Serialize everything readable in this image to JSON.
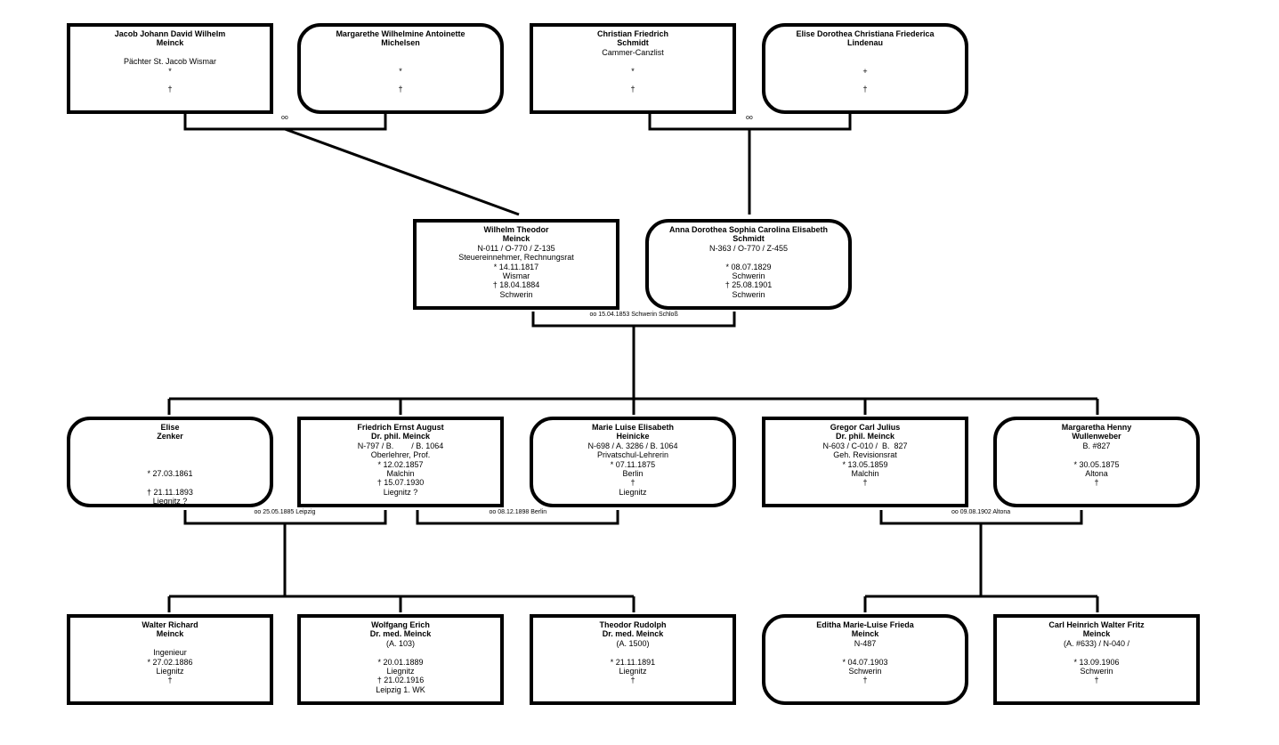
{
  "persons": [
    {
      "id": "p1",
      "sex": "m",
      "lines": [
        "Jacob Johann David Wilhelm",
        "Meinck"
      ],
      "details": [
        "",
        "Pächter St. Jacob Wismar",
        "*",
        "",
        "†"
      ]
    },
    {
      "id": "p2",
      "sex": "f",
      "lines": [
        "Margarethe Wilhelmine Antoinette",
        "Michelsen"
      ],
      "details": [
        "",
        "",
        "*",
        "",
        "†"
      ]
    },
    {
      "id": "p3",
      "sex": "m",
      "lines": [
        "Christian Friedrich",
        "Schmidt"
      ],
      "details": [
        "Cammer-Canzlist",
        "",
        "*",
        "",
        "†"
      ]
    },
    {
      "id": "p4",
      "sex": "f",
      "lines": [
        "Elise Dorothea Christiana Friederica",
        "Lindenau"
      ],
      "details": [
        "",
        "",
        "+",
        "",
        "†"
      ]
    },
    {
      "id": "p5",
      "sex": "m",
      "lines": [
        "Wilhelm Theodor",
        "Meinck"
      ],
      "details": [
        "N-011 / O-770 / Z-135",
        "Steuereinnehmer, Rechnungsrat",
        "* 14.11.1817",
        "Wismar",
        "† 18.04.1884",
        "Schwerin"
      ]
    },
    {
      "id": "p6",
      "sex": "f",
      "lines": [
        "Anna Dorothea Sophia Carolina Elisabeth",
        "Schmidt"
      ],
      "details": [
        "N-363 / O-770 / Z-455",
        "",
        "* 08.07.1829",
        "Schwerin",
        "† 25.08.1901",
        "Schwerin"
      ]
    },
    {
      "id": "p7",
      "sex": "f",
      "lines": [
        "Elise",
        "Zenker"
      ],
      "details": [
        "",
        "",
        "",
        "* 27.03.1861",
        "",
        "† 21.11.1893",
        "Liegnitz ?"
      ]
    },
    {
      "id": "p8",
      "sex": "m",
      "lines": [
        "Friedrich Ernst August",
        "Dr. phil. Meinck"
      ],
      "details": [
        "N-797 / B.        / B. 1064",
        "Oberlehrer, Prof.",
        "* 12.02.1857",
        "Malchin",
        "† 15.07.1930",
        "Liegnitz ?"
      ]
    },
    {
      "id": "p9",
      "sex": "f",
      "lines": [
        "Marie Luise Elisabeth",
        "Heinicke"
      ],
      "details": [
        "N-698 / A. 3286 / B. 1064",
        "Privatschul-Lehrerin",
        "* 07.11.1875",
        "Berlin",
        "†",
        "Liegnitz"
      ]
    },
    {
      "id": "p10",
      "sex": "m",
      "lines": [
        "Gregor Carl Julius",
        "Dr. phil. Meinck"
      ],
      "details": [
        "N-603 / C-010 /  B.  827",
        "Geh. Revisionsrat",
        "* 13.05.1859",
        "Malchin",
        "†"
      ]
    },
    {
      "id": "p11",
      "sex": "f",
      "lines": [
        "Margaretha Henny",
        "Wullenweber"
      ],
      "details": [
        "B. #827",
        "",
        "* 30.05.1875",
        "Altona",
        "†"
      ]
    },
    {
      "id": "p12",
      "sex": "m",
      "lines": [
        "Walter Richard",
        "Meinck"
      ],
      "details": [
        "",
        "Ingenieur",
        "* 27.02.1886",
        "Liegnitz",
        "†"
      ]
    },
    {
      "id": "p13",
      "sex": "m",
      "lines": [
        "Wolfgang Erich",
        "Dr. med. Meinck"
      ],
      "details": [
        "(A. 103)",
        "",
        "* 20.01.1889",
        "Liegnitz",
        "† 21.02.1916",
        "Leipzig 1. WK"
      ]
    },
    {
      "id": "p14",
      "sex": "m",
      "lines": [
        "Theodor Rudolph",
        "Dr. med. Meinck"
      ],
      "details": [
        "(A. 1500)",
        "",
        "* 21.11.1891",
        "Liegnitz",
        "†"
      ]
    },
    {
      "id": "p15",
      "sex": "f",
      "lines": [
        "Editha Marie-Luise Frieda",
        "Meinck"
      ],
      "details": [
        "N-487",
        "",
        "* 04.07.1903",
        "Schwerin",
        "†"
      ]
    },
    {
      "id": "p16",
      "sex": "m",
      "lines": [
        "Carl Heinrich Walter Fritz",
        "Meinck"
      ],
      "details": [
        "(A. #633) / N-040 /",
        "",
        "* 13.09.1906",
        "Schwerin",
        "†"
      ]
    }
  ],
  "marriages": [
    {
      "id": "mA",
      "label": "oo"
    },
    {
      "id": "mB",
      "label": "oo"
    },
    {
      "id": "mC",
      "label": "oo 15.04.1853 Schwerin Schloß"
    },
    {
      "id": "mD",
      "label": "oo 25.05.1885 Leipzig"
    },
    {
      "id": "mE",
      "label": "oo 08.12.1898 Berlin"
    },
    {
      "id": "mF",
      "label": "oo 09.08.1902 Altona"
    }
  ],
  "colors": {
    "line": "#000000",
    "background": "#ffffff"
  }
}
